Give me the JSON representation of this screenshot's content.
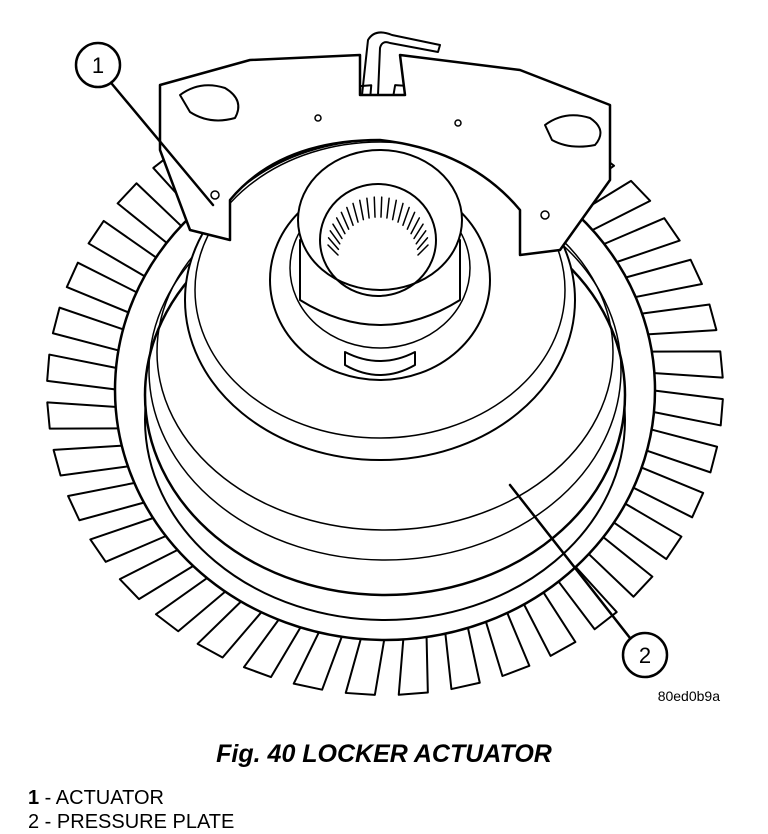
{
  "figure": {
    "callouts": [
      {
        "number": "1",
        "name": "ACTUATOR"
      },
      {
        "number": "2",
        "name": "PRESSURE PLATE"
      }
    ],
    "image_code": "80ed0b9a",
    "caption": "Fig. 40 LOCKER ACTUATOR"
  },
  "legend": [
    {
      "number": "1",
      "separator": " - ",
      "label": "ACTUATOR"
    },
    {
      "number": "2",
      "separator": " - ",
      "label": "PRESSURE PLATE"
    }
  ]
}
